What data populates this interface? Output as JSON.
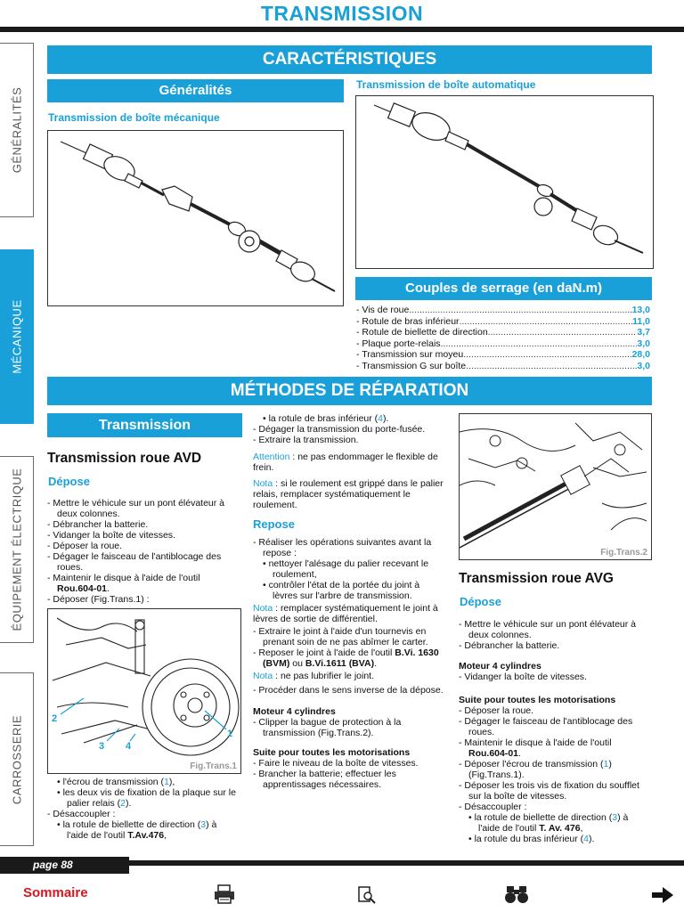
{
  "header": {
    "title": "TRANSMISSION"
  },
  "sidebar": [
    {
      "label": "GÉNÉRALITÉS"
    },
    {
      "label": "MÉCANIQUE"
    },
    {
      "label": "ÉQUIPEMENT ÉLECTRIQUE"
    },
    {
      "label": "CARROSSERIE"
    }
  ],
  "caracteristiques": {
    "title": "CARACTÉRISTIQUES",
    "generalites": "Généralités",
    "manual_label": "Transmission de boîte mécanique",
    "auto_label": "Transmission de boîte automatique",
    "couples_title": "Couples de serrage (en daN.m)",
    "torques": [
      {
        "label": "- Vis de roue  ",
        "value": "13,0"
      },
      {
        "label": "- Rotule de bras inférieur ",
        "value": "11,0"
      },
      {
        "label": "- Rotule de biellette de direction ",
        "value": "3,7"
      },
      {
        "label": "- Plaque porte-relais  ",
        "value": "3,0"
      },
      {
        "label": "- Transmission sur moyeu ",
        "value": "28,0"
      },
      {
        "label": "- Transmission G sur boîte  ",
        "value": "3,0"
      }
    ]
  },
  "methodes": {
    "title": "MÉTHODES DE RÉPARATION",
    "transmission_band": "Transmission",
    "avd": {
      "title": "Transmission roue AVD",
      "depose": "Dépose",
      "steps": [
        "- Mettre le véhicule sur un pont élévateur à deux colonnes.",
        "- Débrancher la batterie.",
        "- Vidanger la boîte de vitesses.",
        "- Déposer la roue.",
        "- Dégager le faisceau de l'antiblocage des roues."
      ],
      "maintenir_pre": "- Maintenir le disque à l'aide de l'outil ",
      "maintenir_tool": "Rou.604-01",
      "maintenir_post": ".",
      "deposer_fig": "- Déposer (Fig.Trans.1) :",
      "fig_caption": "Fig.Trans.1",
      "callouts": [
        "1",
        "2",
        "3",
        "4"
      ],
      "sub1_pre": "• l'écrou de transmission (",
      "sub1_num": "1",
      "sub1_post": "),",
      "sub2_pre": "• les deux vis de fixation de la plaque sur le palier relais (",
      "sub2_num": "2",
      "sub2_post": ").",
      "desaccoupler": "- Désaccoupler :",
      "sub3_pre": "• la rotule de biellette de direction (",
      "sub3_num": "3",
      "sub3_mid": ") à l'aide de l'outil ",
      "sub3_tool": "T.Av.476",
      "sub3_post": ","
    },
    "col2": {
      "sub4_pre": "• la rotule de bras inférieur (",
      "sub4_num": "4",
      "sub4_post": ").",
      "degager": "- Dégager la transmission du porte-fusée.",
      "extraire": "- Extraire la transmission.",
      "attention_label": "Attention",
      "attention_text": " : ne pas endommager le flexible de frein.",
      "nota1_label": "Nota",
      "nota1_text": " : si le roulement est grippé dans le palier relais, remplacer systématiquement le roulement.",
      "repose": "Repose",
      "realiser": "- Réaliser les opérations suivantes avant la repose :",
      "bullet1": "• nettoyer l'alésage du palier recevant le roulement,",
      "bullet2": "• contrôler l'état de la portée du joint à lèvres sur l'arbre de transmission.",
      "nota2_label": "Nota",
      "nota2_text": " : remplacer systématiquement le joint à lèvres de sortie de différentiel.",
      "extraire_joint": "- Extraire le joint à l'aide d'un tournevis en prenant soin de ne pas abîmer le carter.",
      "reposer_pre": "- Reposer le joint à l'aide de l'outil ",
      "reposer_tool1": "B.Vi. 1630 (BVM)",
      "reposer_mid": " ou ",
      "reposer_tool2": "B.Vi.1611 (BVA)",
      "reposer_post": ".",
      "nota3_label": "Nota",
      "nota3_text": " : ne pas lubrifier le joint.",
      "proceder": "- Procéder dans le sens inverse de la dépose.",
      "moteur4": "Moteur 4 cylindres",
      "clipper": "- Clipper la bague de protection à la transmission (Fig.Trans.2).",
      "suite": "Suite pour toutes les motorisations",
      "faire": "- Faire le niveau de la boîte de vitesses.",
      "brancher": "- Brancher la batterie; effectuer les apprentissages nécessaires."
    },
    "avg": {
      "fig_caption": "Fig.Trans.2",
      "title": "Transmission roue AVG",
      "depose": "Dépose",
      "mettre": "- Mettre le véhicule sur un pont élévateur à deux colonnes.",
      "debrancher": "- Débrancher la batterie.",
      "moteur4": "Moteur 4 cylindres",
      "vidanger": "- Vidanger la boîte de vitesses.",
      "suite": "Suite pour toutes les motorisations",
      "deposer_roue": "- Déposer la roue.",
      "degager_faisceau": "- Dégager le faisceau de l'antiblocage des roues.",
      "maintenir_pre": "- Maintenir le disque à l'aide de l'outil ",
      "maintenir_tool": "Rou.604-01",
      "maintenir_post": ".",
      "deposer_ecrou_pre": "- Déposer l'écrou de transmission (",
      "deposer_ecrou_num": "1",
      "deposer_ecrou_post": ") (Fig.Trans.1).",
      "deposer_vis": "- Déposer les trois vis de fixation du soufflet sur la boîte de vitesses.",
      "desaccoupler": "- Désaccoupler :",
      "sub3_pre": "• la rotule de biellette de direction (",
      "sub3_num": "3",
      "sub3_mid": ") à l'aide de l'outil ",
      "sub3_tool": "T. Av. 476",
      "sub3_post": ",",
      "sub4_pre": "• la rotule du bras inférieur (",
      "sub4_num": "4",
      "sub4_post": ")."
    }
  },
  "footer": {
    "page": "page 88",
    "sommaire": "Sommaire",
    "icons": [
      "printer-icon",
      "search-document-icon",
      "binoculars-icon",
      "next-arrow-icon"
    ]
  }
}
